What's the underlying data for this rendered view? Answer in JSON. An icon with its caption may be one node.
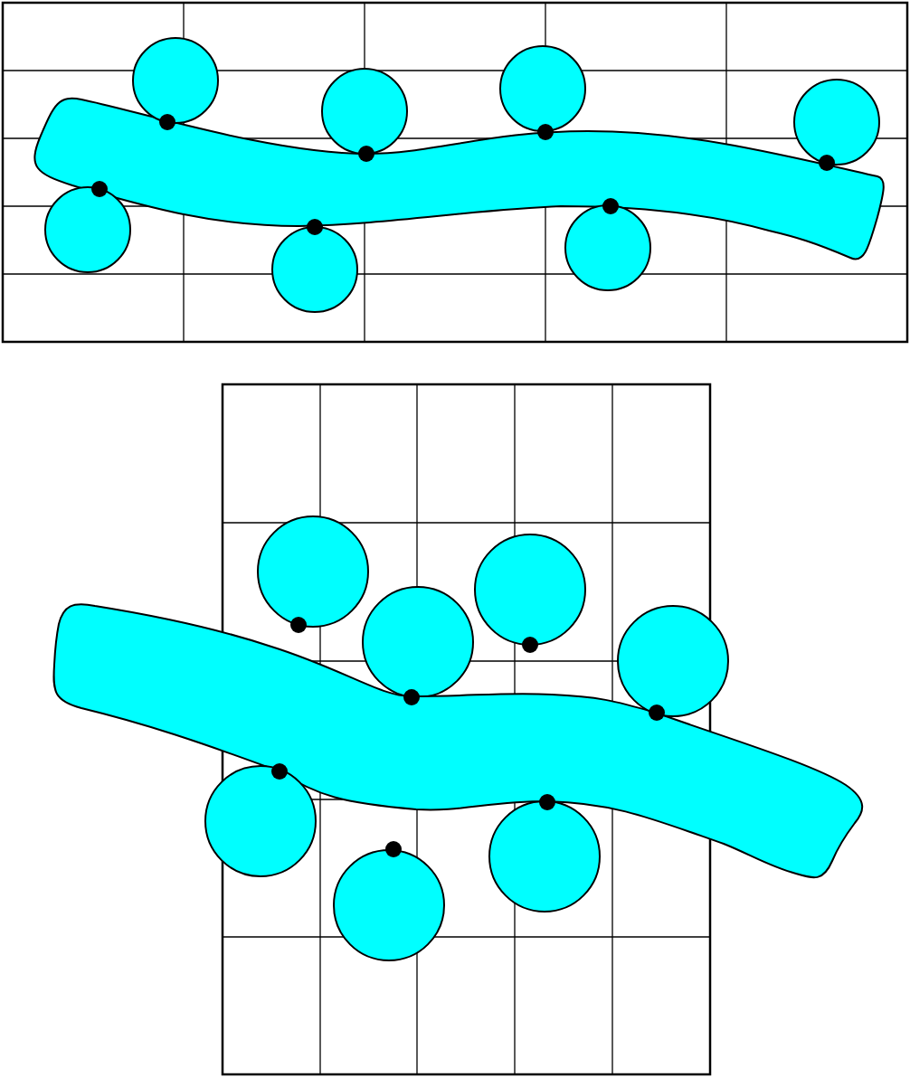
{
  "diagram": {
    "nodes": [
      {
        "text": [],
        "shape": "box"
      },
      {
        "text": [],
        "shape": "band",
        "in": 0
      },
      {
        "text": [],
        "shape": "circle",
        "in": 0
      },
      {
        "text": [],
        "shape": "circle",
        "in": 0
      },
      {
        "text": [],
        "shape": "circle",
        "in": 0
      },
      {
        "text": [],
        "shape": "circle",
        "in": 0
      },
      {
        "text": [],
        "shape": "circle",
        "in": 0
      },
      {
        "text": [],
        "shape": "circle",
        "in": 0
      },
      {
        "text": [],
        "shape": "circle",
        "in": 0
      },
      {
        "text": [],
        "shape": "box"
      },
      {
        "text": [],
        "shape": "band"
      },
      {
        "text": [],
        "shape": "circle"
      },
      {
        "text": [],
        "shape": "circle",
        "in": 9
      },
      {
        "text": [],
        "shape": "circle",
        "in": 9
      },
      {
        "text": [],
        "shape": "circle",
        "in": 9
      },
      {
        "text": [],
        "shape": "circle",
        "in": 9
      },
      {
        "text": [],
        "shape": "circle",
        "in": 9
      },
      {
        "text": [],
        "shape": "circle"
      }
    ]
  }
}
